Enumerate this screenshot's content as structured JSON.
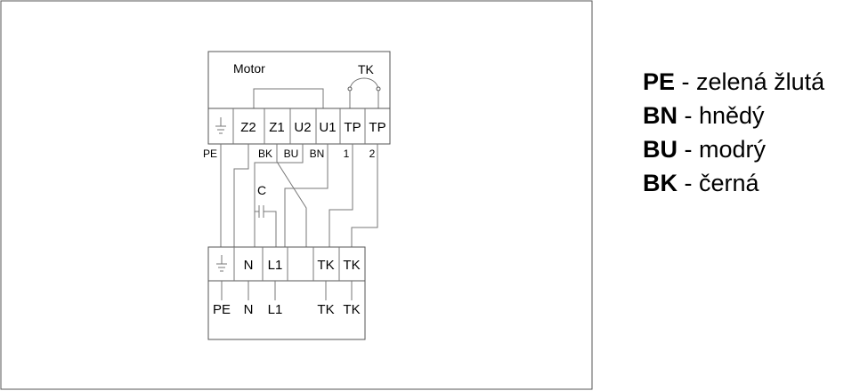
{
  "motor": {
    "title": "Motor",
    "tk_label": "TK",
    "terminals": [
      "Z2",
      "Z1",
      "U2",
      "U1",
      "TP",
      "TP"
    ],
    "wire_labels": [
      "PE",
      "BK",
      "BU",
      "BN",
      "1",
      "2"
    ]
  },
  "capacitor": {
    "label": "C"
  },
  "supply": {
    "terminals": [
      "N",
      "L1",
      "",
      "TK",
      "TK"
    ],
    "output_labels": [
      "PE",
      "N",
      "L1",
      "TK",
      "TK"
    ]
  },
  "legend": [
    {
      "code": "PE",
      "text": " - zelená žlutá"
    },
    {
      "code": "BN",
      "text": " - hnědý"
    },
    {
      "code": "BU",
      "text": " - modrý"
    },
    {
      "code": "BK",
      "text": " - černá"
    }
  ],
  "icons": {
    "ground": "ground-icon",
    "thermal_contact": "thermal-contact-icon"
  }
}
